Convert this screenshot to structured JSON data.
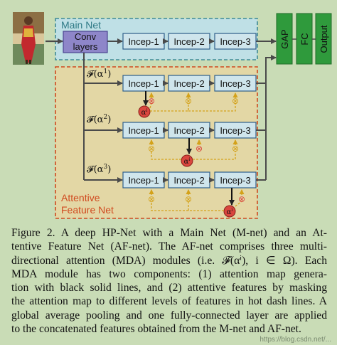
{
  "main_net": {
    "label": "Main Net",
    "conv_label_line1": "Conv",
    "conv_label_line2": "layers"
  },
  "incep": {
    "one": "Incep-1",
    "two": "Incep-2",
    "three": "Incep-3"
  },
  "af_net": {
    "label_line1": "Attentive",
    "label_line2": "Feature Net"
  },
  "mda_labels": {
    "a1": {
      "prefix": "𝓕(α",
      "sup": "1",
      "suffix": ")"
    },
    "a2": {
      "prefix": "𝓕(α",
      "sup": "2",
      "suffix": ")"
    },
    "a3": {
      "prefix": "𝓕(α",
      "sup": "3",
      "suffix": ")"
    }
  },
  "alpha_node": {
    "symbol": "α",
    "sup": "i"
  },
  "otimes": "⊗",
  "heads": {
    "gap": "GAP",
    "fc": "FC",
    "output": "Output"
  },
  "caption": [
    "Figure 2. A deep HP-Net with a Main Net (M-net) and an At-",
    "tentive Feature Net (AF-net). The AF-net comprises three multi-",
    "directional attention (MDA) modules (i.e. 𝓕(αⁱ), i ∈ Ω). Each",
    "MDA module has two components: (1) attention map genera-",
    "tion with black solid lines, and (2) attentive features by masking",
    "the attention map to different levels of features in hot dash lines. A",
    "global average pooling and one fully-connected layer are applied",
    "to the concatenated features obtained from the M-net and AF-net."
  ],
  "watermark": "https://blog.csdn.net/...",
  "colors": {
    "page_bg": "#c9dcb6",
    "main_net_fill": "#bfe0e6",
    "main_net_border": "#3f8a96",
    "af_border": "#d04a1f",
    "af_fill": "#e3d7a5",
    "incep_fill": "#cfe5ec",
    "incep_border": "#2f5f8a",
    "conv_fill": "#8e86c9",
    "head_fill": "#2f9a3c",
    "alpha_fill": "#d9463e",
    "dash_orange": "#d4a21a"
  }
}
